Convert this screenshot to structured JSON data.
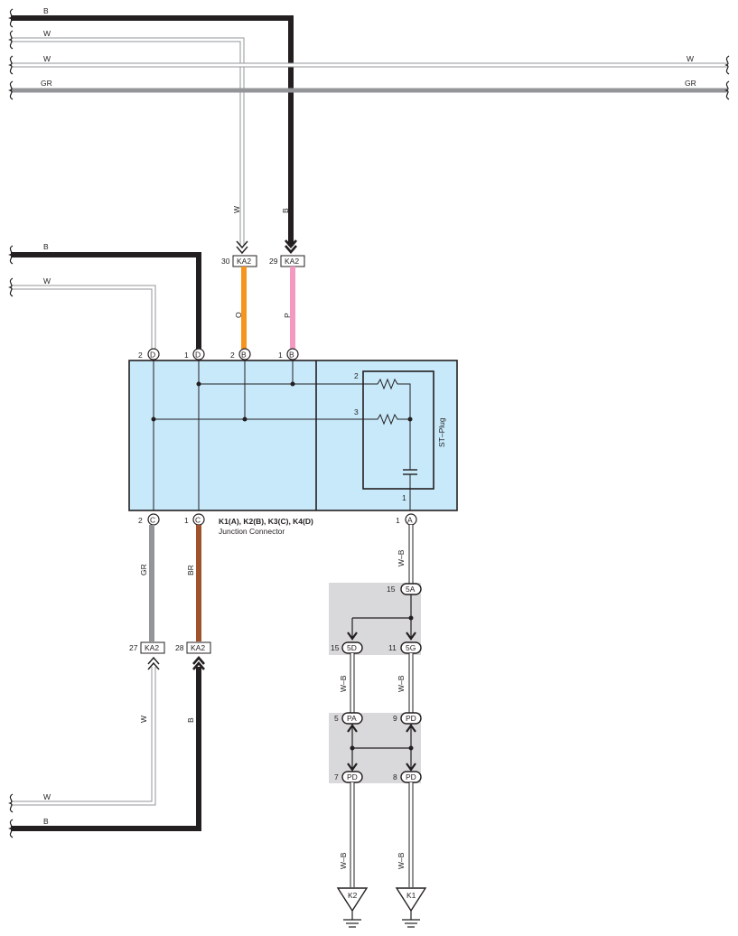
{
  "colors": {
    "B": "#231f20",
    "W": "#ffffff",
    "GR": "#939598",
    "O": "#f7941d",
    "P": "#f49ac1",
    "BR": "#a0522d",
    "W-B": "#ffffff",
    "box_fill": "#c7e9fa",
    "shade": "#d9d9db"
  },
  "wire_labels": {
    "top_b": "B",
    "top_w1": "W",
    "top_w2_left": "W",
    "top_w2_right": "W",
    "top_gr_left": "GR",
    "top_gr_right": "GR",
    "down_w": "W",
    "down_b": "B",
    "mid_b": "B",
    "mid_w": "W",
    "o": "O",
    "p": "P",
    "gr": "GR",
    "br": "BR",
    "w_low": "W",
    "b_low": "B",
    "bot_w": "W",
    "bot_b": "B",
    "wb_a": "W–B",
    "wb_5d": "W–B",
    "wb_5g": "W–B",
    "wb_k2": "W–B",
    "wb_k1": "W–B"
  },
  "connectors": {
    "ka2_30": {
      "pin": "30",
      "name": "KA2"
    },
    "ka2_29": {
      "pin": "29",
      "name": "KA2"
    },
    "ka2_27": {
      "pin": "27",
      "name": "KA2"
    },
    "ka2_28": {
      "pin": "28",
      "name": "KA2"
    }
  },
  "junction_pins": {
    "top_2D": {
      "num": "2",
      "letter": "D"
    },
    "top_1D": {
      "num": "1",
      "letter": "D"
    },
    "top_2B": {
      "num": "2",
      "letter": "B"
    },
    "top_1B": {
      "num": "1",
      "letter": "B"
    },
    "bot_2C": {
      "num": "2",
      "letter": "C"
    },
    "bot_1C": {
      "num": "1",
      "letter": "C"
    },
    "bot_1A": {
      "num": "1",
      "letter": "A"
    }
  },
  "junction_connector": {
    "codes": "K1(A), K2(B), K3(C), K4(D)",
    "name": "Junction Connector"
  },
  "st_plug": {
    "label": "ST–Plug",
    "pin_2": "2",
    "pin_3": "3",
    "pin_1": "1"
  },
  "splices": {
    "s15_5A": {
      "num": "15",
      "code": "5A"
    },
    "s15_5D": {
      "num": "15",
      "code": "5D"
    },
    "s11_5G": {
      "num": "11",
      "code": "5G"
    },
    "s5_PA": {
      "num": "5",
      "code": "PA"
    },
    "s9_PD": {
      "num": "9",
      "code": "PD"
    },
    "s7_PD": {
      "num": "7",
      "code": "PD"
    },
    "s8_PD": {
      "num": "8",
      "code": "PD"
    }
  },
  "grounds": {
    "k2": "K2",
    "k1": "K1"
  }
}
